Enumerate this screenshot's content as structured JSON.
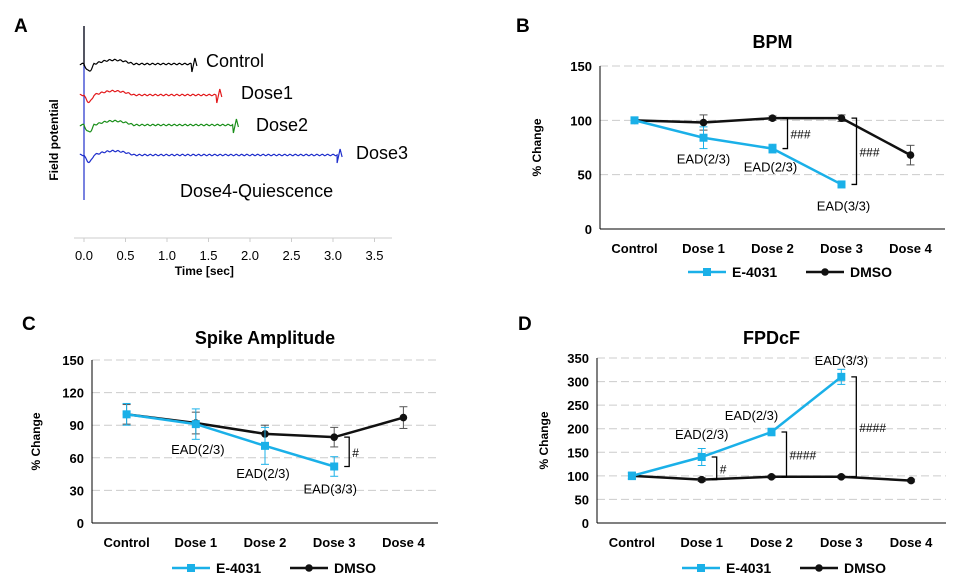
{
  "panels": {
    "a": {
      "letter": "A",
      "ylabel": "Field  potential",
      "xlabel": "Time [sec]"
    },
    "b": {
      "letter": "B"
    },
    "c": {
      "letter": "C"
    },
    "d": {
      "letter": "D"
    }
  },
  "colors": {
    "e4031": "#1ab0e8",
    "dmso": "#111111"
  },
  "chart_data": [
    {
      "type": "line",
      "panel": "A",
      "ylabel": "Field  potential",
      "xlabel": "Time [sec]",
      "xlim": [
        -0.1,
        3.6
      ],
      "xticks": [
        "0.0",
        "0.5",
        "1.0",
        "1.5",
        "2.0",
        "2.5",
        "3.0",
        "3.5"
      ],
      "grid": false,
      "series": [
        {
          "name": "Control",
          "color": "#000000",
          "x_end": 1.3
        },
        {
          "name": "Dose1",
          "color": "#e31a1c",
          "x_end": 1.6
        },
        {
          "name": "Dose2",
          "color": "#1a8f1a",
          "x_end": 1.8
        },
        {
          "name": "Dose3",
          "color": "#1f2fcc",
          "x_end": 3.05
        }
      ],
      "annotations": [
        "Dose4-Quiescence"
      ]
    },
    {
      "type": "line",
      "panel": "B",
      "title": "BPM",
      "ylabel": "% Change",
      "categories": [
        "Control",
        "Dose 1",
        "Dose 2",
        "Dose 3",
        "Dose 4"
      ],
      "ylim": [
        0,
        150
      ],
      "yticks": [
        "0",
        "50",
        "100",
        "150"
      ],
      "grid": true,
      "legend": "bottom",
      "series": [
        {
          "name": "E-4031",
          "color": "#1ab0e8",
          "marker": "square",
          "values": [
            100,
            84,
            74,
            41
          ],
          "errors": [
            2,
            10,
            4,
            2
          ],
          "labels": [
            "",
            "EAD(2/3)",
            "EAD(2/3)",
            "EAD(3/3)"
          ]
        },
        {
          "name": "DMSO",
          "color": "#111111",
          "marker": "circle",
          "values": [
            100,
            98,
            102,
            102,
            68
          ],
          "errors": [
            2,
            7,
            2,
            3,
            9
          ]
        }
      ],
      "significance": [
        {
          "category": "Dose 2",
          "label": "###"
        },
        {
          "category": "Dose 3",
          "label": "###"
        }
      ]
    },
    {
      "type": "line",
      "panel": "C",
      "title": "Spike Amplitude",
      "ylabel": "% Change",
      "categories": [
        "Control",
        "Dose 1",
        "Dose 2",
        "Dose 3",
        "Dose 4"
      ],
      "ylim": [
        0,
        150
      ],
      "yticks": [
        "0",
        "30",
        "60",
        "90",
        "120",
        "150"
      ],
      "grid": true,
      "legend": "bottom",
      "series": [
        {
          "name": "E-4031",
          "color": "#1ab0e8",
          "marker": "square",
          "values": [
            100,
            91,
            71,
            52
          ],
          "errors": [
            10,
            14,
            17,
            9
          ],
          "labels": [
            "",
            "EAD(2/3)",
            "EAD(2/3)",
            "EAD(3/3)"
          ]
        },
        {
          "name": "DMSO",
          "color": "#111111",
          "marker": "circle",
          "values": [
            100,
            92,
            82,
            79,
            97
          ],
          "errors": [
            9,
            10,
            8,
            9,
            10
          ]
        }
      ],
      "significance": [
        {
          "category": "Dose 3",
          "label": "#"
        }
      ]
    },
    {
      "type": "line",
      "panel": "D",
      "title": "FPDcF",
      "ylabel": "% Change",
      "categories": [
        "Control",
        "Dose 1",
        "Dose 2",
        "Dose 3",
        "Dose 4"
      ],
      "ylim": [
        0,
        350
      ],
      "yticks": [
        "0",
        "50",
        "100",
        "150",
        "200",
        "250",
        "300",
        "350"
      ],
      "grid": true,
      "legend": "bottom",
      "series": [
        {
          "name": "E-4031",
          "color": "#1ab0e8",
          "marker": "square",
          "values": [
            100,
            140,
            193,
            310
          ],
          "errors": [
            8,
            18,
            8,
            16
          ],
          "labels": [
            "",
            "EAD(2/3)",
            "EAD(2/3)",
            "EAD(3/3)"
          ]
        },
        {
          "name": "DMSO",
          "color": "#111111",
          "marker": "circle",
          "values": [
            100,
            92,
            98,
            98,
            90
          ],
          "errors": [
            6,
            4,
            3,
            3,
            3
          ]
        }
      ],
      "significance": [
        {
          "category": "Dose 1",
          "label": "#"
        },
        {
          "category": "Dose 2",
          "label": "####"
        },
        {
          "category": "Dose 3",
          "label": "####"
        }
      ]
    }
  ]
}
